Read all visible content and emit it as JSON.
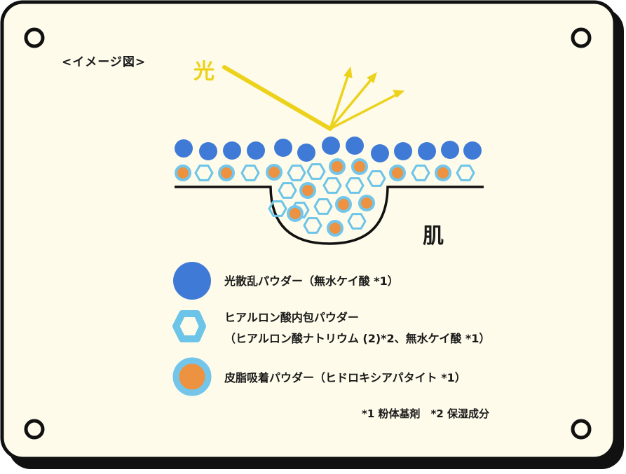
{
  "title": "<イメージ図>",
  "light_label": "光",
  "skin_label": "肌",
  "legend": {
    "light_scatter": "光散乱パウダー（無水ケイ酸 *1）",
    "hyaluronic_line1": "ヒアルロン酸内包パウダー",
    "hyaluronic_line2": "（ヒアルロン酸ナトリウム (2)*2、無水ケイ酸 *1）",
    "sebum": "皮脂吸着パウダー（ヒドロキシアパタイト *1）"
  },
  "footnote": "*1 粉体基剤　*2 保湿成分",
  "colors": {
    "board_bg": "#fefbea",
    "board_border": "#111111",
    "light_ray": "#ecd21b",
    "scatter_blue": "#3f7bd6",
    "hex_blue": "#6cc4e8",
    "sebum_orange": "#ec9240",
    "sebum_ring": "#73c6ea"
  }
}
